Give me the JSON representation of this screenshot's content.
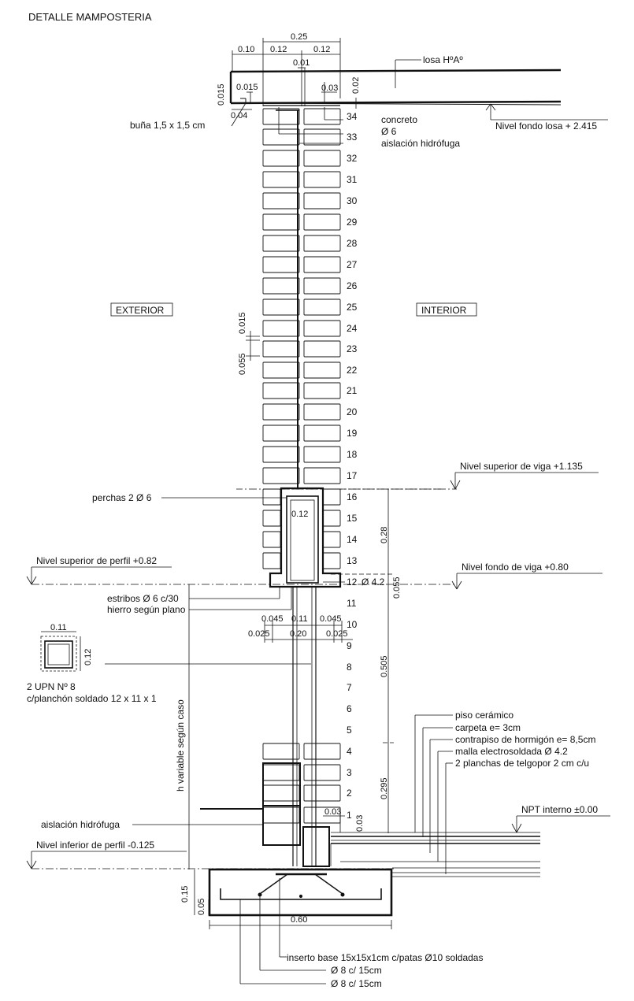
{
  "title": "DETALLE MAMPOSTERIA",
  "zones": {
    "exterior": "EXTERIOR",
    "interior": "INTERIOR"
  },
  "top_dims": {
    "total": "0.25",
    "left": "0.10",
    "mid_a": "0.12",
    "mid_b": "0.12",
    "gap": "0.01"
  },
  "slab_dims": {
    "d015": "0.015",
    "d0015": "0.015",
    "d004": "0.04",
    "d003": "0.03",
    "d002": "0.02"
  },
  "labels": {
    "losa": "losa HºAº",
    "concreto": "concreto",
    "phi6": "Ø 6",
    "aislacion_top": "aislación hidrófuga",
    "buna": "buña 1,5 x 1,5 cm",
    "nivel_fondo_losa": "Nivel fondo losa + 2.415",
    "nivel_sup_viga": "Nivel superior de viga +1.135",
    "perchas": "perchas 2 Ø 6",
    "nivel_sup_perfil": "Nivel superior de perfil +0.82",
    "nivel_fondo_viga": "Nivel fondo de viga +0.80",
    "phi42": "Ø 4.2",
    "estribos": "estribos Ø 6 c/30",
    "hierro": "hierro según plano",
    "upn_title": "2 UPN Nº 8",
    "upn_sub": "c/planchón soldado 12 x 11 x 1",
    "h_variable": "h variable según caso",
    "piso": "piso cerámico",
    "carpeta": "carpeta e= 3cm",
    "contrapiso": "contrapiso de hormigón e= 8,5cm",
    "malla": "malla electrosoldada Ø 4.2",
    "telgopor": "2 planchas de telgopor 2 cm c/u",
    "npt": "NPT interno ±0.00",
    "aislacion_bottom": "aislación hidrófuga",
    "nivel_inf_perfil": "Nivel inferior de perfil -0.125",
    "inserto": "inserto base 15x15x1cm c/patas Ø10 soldadas",
    "phi8a": "Ø 8 c/ 15cm",
    "phi8b": "Ø 8 c/ 15cm"
  },
  "course_numbers": [
    "34",
    "33",
    "32",
    "31",
    "30",
    "29",
    "28",
    "27",
    "26",
    "25",
    "24",
    "23",
    "22",
    "21",
    "20",
    "19",
    "18",
    "17",
    "16",
    "15",
    "14",
    "13",
    "12",
    "11",
    "10",
    "9",
    "8",
    "7",
    "6",
    "5",
    "4",
    "3",
    "2",
    "1"
  ],
  "wall_dims": {
    "brick_joint": "0.015",
    "brick_height": "0.055",
    "beam_width": "0.12",
    "beam_h": "0.28",
    "beam_base": "0.055",
    "upn_w1": "0.045",
    "upn_w2": "0.11",
    "upn_w3": "0.045",
    "post_w1": "0.025",
    "post_w2": "0.20",
    "post_w3": "0.025",
    "span_505": "0.505",
    "span_295": "0.295",
    "d003a": "0.03",
    "d003b": "0.03",
    "footing_h": "0.15",
    "footing_cover": "0.05",
    "footing_w": "0.60"
  },
  "upn_dims": {
    "width": "0.11",
    "height": "0.12"
  }
}
